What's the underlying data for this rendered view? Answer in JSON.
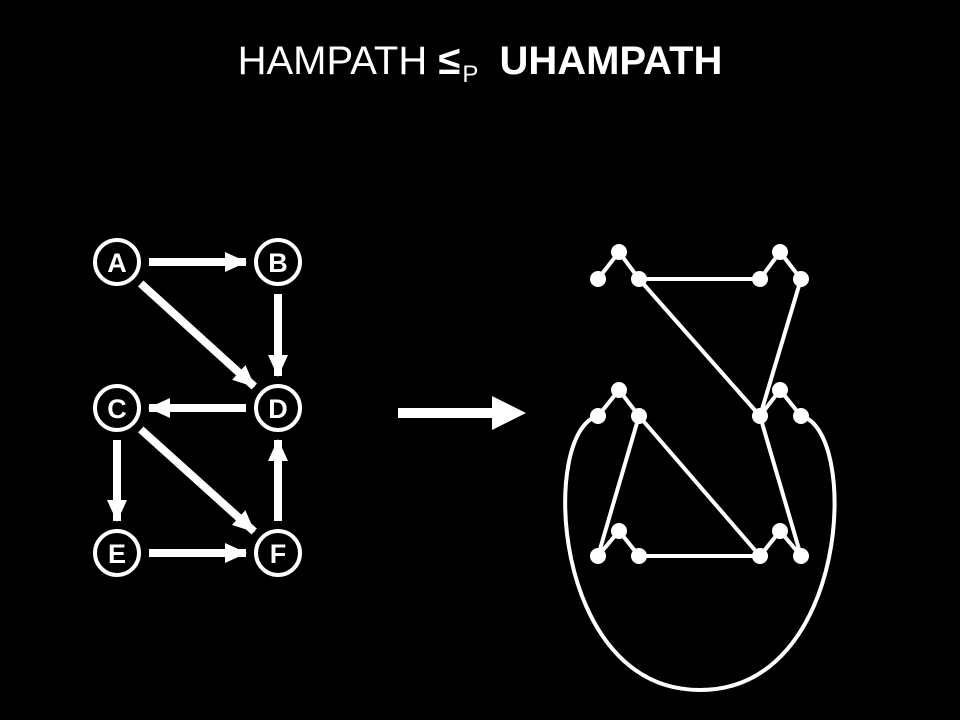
{
  "title": {
    "left": "HAMPATH",
    "relation": "≤",
    "subscript": "P",
    "right": "UHAMPATH"
  },
  "directed_graph": {
    "nodes": [
      {
        "id": "A",
        "label": "A"
      },
      {
        "id": "B",
        "label": "B"
      },
      {
        "id": "C",
        "label": "C"
      },
      {
        "id": "D",
        "label": "D"
      },
      {
        "id": "E",
        "label": "E"
      },
      {
        "id": "F",
        "label": "F"
      }
    ],
    "edges": [
      {
        "from": "A",
        "to": "B"
      },
      {
        "from": "A",
        "to": "D"
      },
      {
        "from": "B",
        "to": "D"
      },
      {
        "from": "D",
        "to": "C"
      },
      {
        "from": "C",
        "to": "E"
      },
      {
        "from": "C",
        "to": "F"
      },
      {
        "from": "E",
        "to": "F"
      },
      {
        "from": "F",
        "to": "D"
      }
    ]
  },
  "colors": {
    "background": "#000000",
    "foreground": "#ffffff"
  }
}
